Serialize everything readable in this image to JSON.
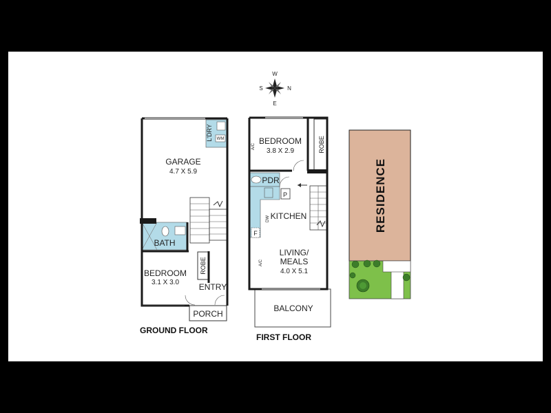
{
  "compass": {
    "north": "N",
    "south": "S",
    "east": "E",
    "west": "W"
  },
  "ground_floor": {
    "title": "GROUND FLOOR",
    "rooms": {
      "garage": {
        "name": "GARAGE",
        "dims": "4.7 X 5.9"
      },
      "laundry": {
        "name": "L'DRY",
        "appliance": "WM"
      },
      "bath": {
        "name": "BATH"
      },
      "bedroom": {
        "name": "BEDROOM",
        "dims": "3.1 X 3.0"
      },
      "robe": {
        "name": "ROBE"
      },
      "entry": {
        "name": "ENTRY"
      },
      "porch": {
        "name": "PORCH"
      }
    }
  },
  "first_floor": {
    "title": "FIRST FLOOR",
    "rooms": {
      "bedroom": {
        "name": "BEDROOM",
        "dims": "3.8 X 2.9"
      },
      "robe": {
        "name": "ROBE"
      },
      "ac_bedroom": "A/C",
      "pdr": {
        "name": "PDR"
      },
      "pantry": "P",
      "kitchen": {
        "name": "KITCHEN"
      },
      "dishwasher": "DW",
      "fridge": "F",
      "living": {
        "name_line1": "LIVING/",
        "name_line2": "MEALS",
        "dims": "4.0 X 5.1"
      },
      "ac_living": "A/C",
      "balcony": {
        "name": "BALCONY"
      }
    }
  },
  "site": {
    "residence": "RESIDENCE"
  },
  "colors": {
    "wet_area": "#b3dbe8",
    "residence_fill": "#dcb49b",
    "garden": "#7ec04a",
    "garden_dark": "#3d7d2a",
    "wall": "#1a1a1a"
  }
}
